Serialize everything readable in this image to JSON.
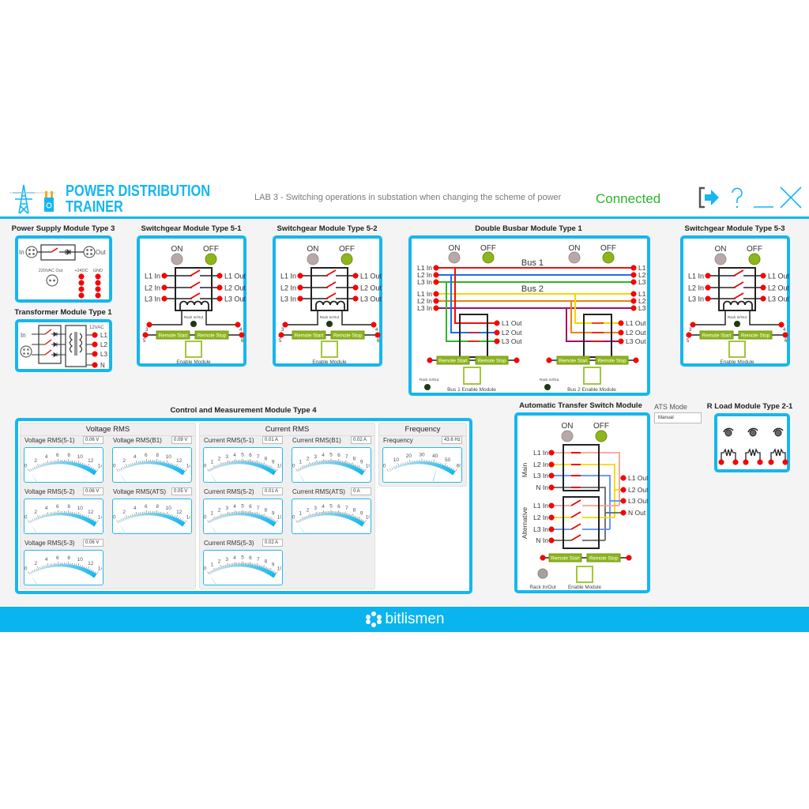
{
  "header": {
    "title_line1": "POWER DISTRIBUTION",
    "title_line2": "TRAINER",
    "lab_title": "LAB 3 - Switching operations in substation when changing the scheme of power",
    "status": "Connected",
    "icons": [
      "logout-icon",
      "help-icon",
      "minimize-icon",
      "close-icon"
    ]
  },
  "colors": {
    "accent": "#15b7ee",
    "connected": "#2bb52b",
    "button_green": "#8db51c",
    "terminal_red": "#ff0000"
  },
  "modules": {
    "power_supply": {
      "title": "Power Supply Module Type 3",
      "in": "In",
      "out": "Out",
      "ac_out": "220VAC Out",
      "dc": "+24DC",
      "gnd": "GND"
    },
    "transformer": {
      "title": "Transformer Module Type 1",
      "in": "In",
      "vac": "12VAC",
      "outputs": [
        "L1",
        "L2",
        "L3",
        "N"
      ]
    },
    "sg51": {
      "title": "Switchgear Module Type 5-1",
      "state": "OFF"
    },
    "sg52": {
      "title": "Switchgear Module Type 5-2",
      "state": "OFF"
    },
    "sg53": {
      "title": "Switchgear Module Type 5-3",
      "state": "OFF"
    },
    "busbar": {
      "title": "Double Busbar Module Type 1",
      "bus1": "Bus 1",
      "bus2": "Bus 2",
      "inputs": [
        "L1 In",
        "L2 In",
        "L3 In"
      ],
      "bus_outputs": [
        "L1",
        "L2",
        "L3"
      ],
      "bus1_enable": "Bus 1 Enable Module",
      "bus2_enable": "Bus 2 Enable Module"
    },
    "ats": {
      "title": "Automatic Transfer Switch Module",
      "main": "Main",
      "alternative": "Alternative",
      "inputs": [
        "L1 In",
        "L2 In",
        "L3 In",
        "N  In"
      ],
      "outputs": [
        "L1 Out",
        "L2 Out",
        "L3 Out",
        "N  Out"
      ]
    },
    "ats_mode": {
      "label": "ATS Mode",
      "value": "Manual"
    },
    "rload": {
      "title": "R Load Module Type 2-1"
    }
  },
  "switchgear_labels": {
    "on": "ON",
    "off": "OFF",
    "inputs": [
      "L1 In",
      "L2 In",
      "L3 In"
    ],
    "outputs": [
      "L1 Out",
      "L2 Out",
      "L3 Out"
    ],
    "rack": "Rack In/Out",
    "remote_start": "Remote Start",
    "remote_stop": "Remote Stop",
    "enable": "Enable Module",
    "terminals": [
      "3",
      "4",
      "5",
      "6"
    ]
  },
  "measurement": {
    "title": "Control and Measurement Module Type 4",
    "groups": [
      {
        "name": "Voltage RMS",
        "scale": [
          0,
          2,
          4,
          6,
          8,
          10,
          12,
          14
        ],
        "max": 14,
        "gauges": [
          {
            "label": "Voltage RMS(5-1)",
            "value": 0.06,
            "display": "0.06 V"
          },
          {
            "label": "Voltage RMS(B1)",
            "value": 0.09,
            "display": "0.09 V"
          },
          {
            "label": "Voltage RMS(5-2)",
            "value": 0.06,
            "display": "0.06 V"
          },
          {
            "label": "Voltage RMS(ATS)",
            "value": 0.05,
            "display": "0.05 V"
          },
          {
            "label": "Voltage RMS(5-3)",
            "value": 0.06,
            "display": "0.06 V"
          }
        ]
      },
      {
        "name": "Current RMS",
        "scale": [
          0,
          1,
          2,
          3,
          4,
          5,
          6,
          7,
          8,
          9,
          10
        ],
        "max": 10,
        "gauges": [
          {
            "label": "Current RMS(5-1)",
            "value": 0.01,
            "display": "0.01 A"
          },
          {
            "label": "Current RMS(B1)",
            "value": 0.02,
            "display": "0.02 A"
          },
          {
            "label": "Current RMS(5-2)",
            "value": 0.01,
            "display": "0.01 A"
          },
          {
            "label": "Current RMS(ATS)",
            "value": 0,
            "display": "0 A"
          },
          {
            "label": "Current RMS(5-3)",
            "value": 0.02,
            "display": "0.02 A"
          }
        ]
      },
      {
        "name": "Frequency",
        "scale": [
          0,
          10,
          20,
          30,
          40,
          50,
          60
        ],
        "max": 60,
        "gauges": [
          {
            "label": "Frequency",
            "value": 43.6,
            "display": "43.6 Hz"
          }
        ]
      }
    ]
  },
  "footer": {
    "brand": "bitlismen"
  }
}
